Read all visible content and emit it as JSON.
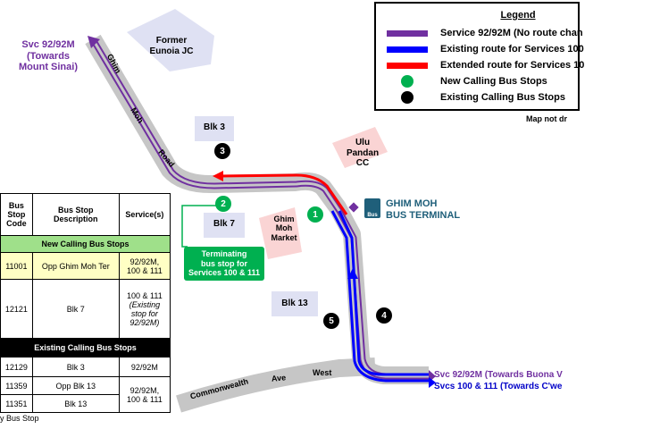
{
  "map": {
    "svc_origin_label": "Svc 92/92M\n(Towards\nMount Sinai)",
    "road_ghim": "Ghim",
    "road_moh": "Moh",
    "road_road": "Road",
    "road_commonwealth": "Commonwealth",
    "road_ave": "Ave",
    "road_west": "West",
    "former_eunoia": "Former\nEunoia JC",
    "blk3": "Blk 3",
    "blk7": "Blk 7",
    "blk13": "Blk 13",
    "ghim_moh_market": "Ghim\nMoh\nMarket",
    "ulu_pandan_cc": "Ulu Pandan\nCC",
    "terminal_name": "GHIM MOH\nBUS TERMINAL",
    "terminal_icon_text": "Bus",
    "terminating_note": "Terminating\nbus stop for\nServices 100 & 111",
    "dest_92": "Svc 92/92M (Towards Buona V",
    "dest_100": "Svcs 100 & 111 (Towards C'we",
    "markers": [
      "1",
      "2",
      "3",
      "4",
      "5"
    ]
  },
  "legend": {
    "title": "Legend",
    "items": [
      {
        "label": "Service 92/92M (No route chan",
        "color": "#7030a0"
      },
      {
        "label": "Existing route for Services 100",
        "color": "#0000ff"
      },
      {
        "label": "Extended route for Services 10",
        "color": "#ff0000"
      },
      {
        "label": "New Calling Bus Stops",
        "color": "#00b050"
      },
      {
        "label": "Existing Calling Bus Stops",
        "color": "#000000"
      }
    ],
    "note": "Map not dr"
  },
  "table": {
    "headers": [
      "Bus\nStop\nCode",
      "Bus Stop\nDescription",
      "Service(s)"
    ],
    "new_section": "New Calling Bus Stops",
    "existing_section": "Existing Calling Bus Stops",
    "new_rows": [
      {
        "code": "11001",
        "desc": "Opp Ghim Moh Ter",
        "svc": "92/92M,\n100 & 111"
      },
      {
        "code": "12121",
        "desc": "Blk 7",
        "svc": "100 & 111",
        "svc_note": "(Existing\nstop for\n92/92M)"
      }
    ],
    "existing_rows": [
      {
        "code": "12129",
        "desc": "Blk 3",
        "svc": "92/92M"
      },
      {
        "code": "11359",
        "desc": "Opp Blk 13",
        "svc": "92/92M,\n100 & 111"
      },
      {
        "code": "11351",
        "desc": "Blk 13",
        "svc": ""
      }
    ],
    "caption": "y Bus Stop"
  }
}
